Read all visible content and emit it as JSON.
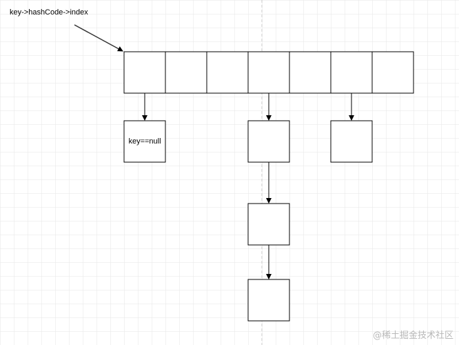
{
  "diagram": {
    "pointer_label": "key->hashCode->index",
    "null_node_label": "key==null",
    "bucket_count": 7,
    "colors": {
      "grid": "#e6e6e6",
      "center_line": "#c8c8c8",
      "stroke": "#000000",
      "arrow": "#333333",
      "watermark": "#b8b8b8"
    }
  },
  "watermark": "@稀土掘金技术社区"
}
